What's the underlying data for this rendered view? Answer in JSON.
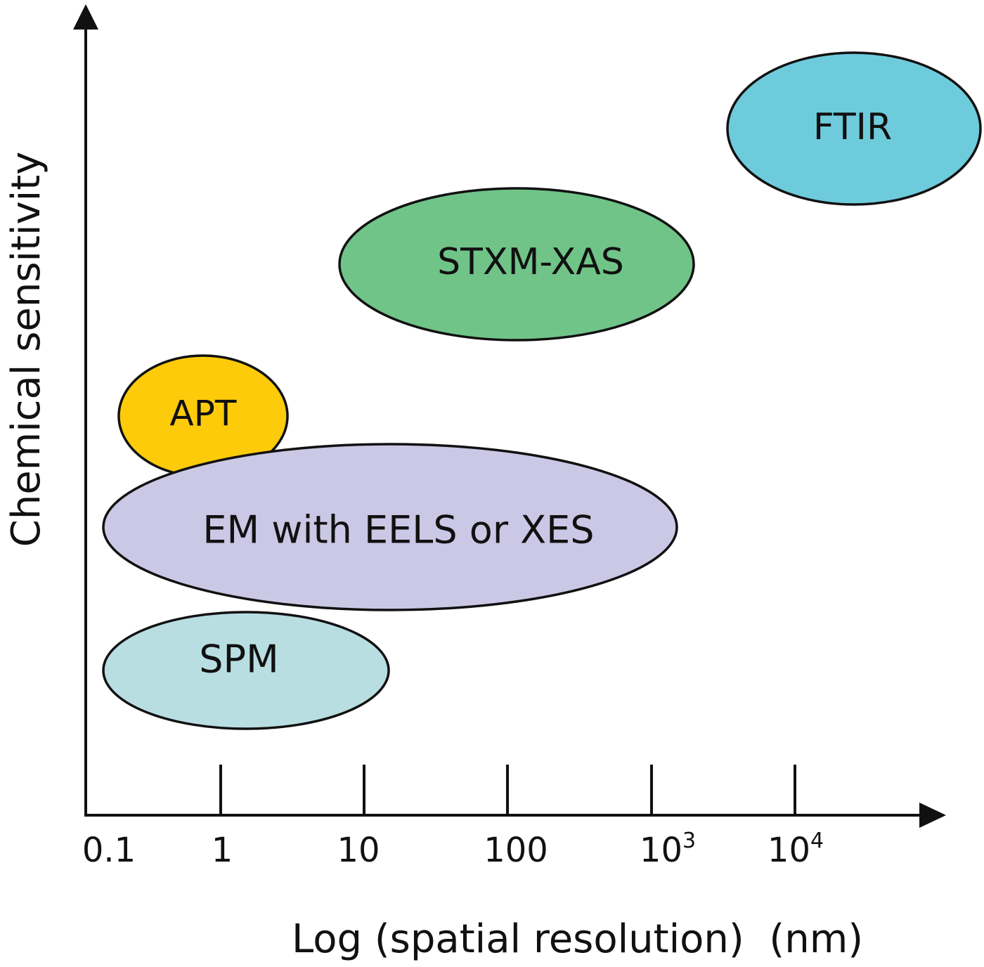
{
  "axes": {
    "x_label": "Log (spatial resolution)  (nm)",
    "y_label": "Chemical sensitivity",
    "x_ticks": [
      {
        "base": "0.1",
        "sup": ""
      },
      {
        "base": "1",
        "sup": ""
      },
      {
        "base": "10",
        "sup": ""
      },
      {
        "base": "100",
        "sup": ""
      },
      {
        "base": "10",
        "sup": "3"
      },
      {
        "base": "10",
        "sup": "4"
      }
    ]
  },
  "techniques": [
    {
      "id": "ftir",
      "label": "FTIR",
      "color": "#6ecbdc"
    },
    {
      "id": "stxm",
      "label": "STXM-XAS",
      "color": "#70c488"
    },
    {
      "id": "apt",
      "label": "APT",
      "color": "#fdcb0a"
    },
    {
      "id": "em",
      "label": "EM with EELS or XES",
      "color": "#cbc8e6"
    },
    {
      "id": "spm",
      "label": "SPM",
      "color": "#b8dee2"
    }
  ]
}
